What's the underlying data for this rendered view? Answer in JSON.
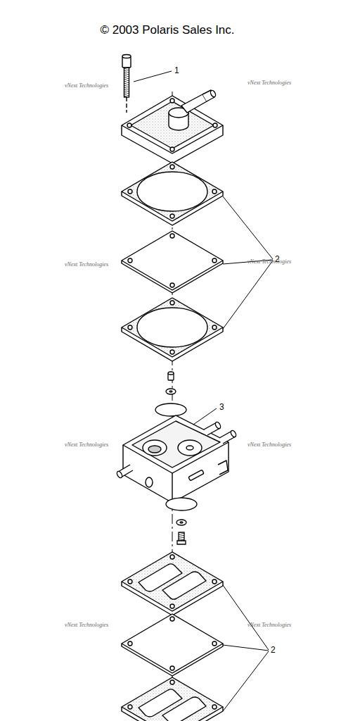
{
  "diagram": {
    "labels": [
      "© 2003 Polaris Sales Inc.",
      "1",
      "2",
      "3",
      "2",
      "vNext Technologies",
      "vNext Technologies",
      "vNext Technologies",
      "vNext Technologies",
      "vNext Technologies",
      "vNext Technologies",
      "vNext Technologies",
      "vNext Technologies"
    ]
  }
}
